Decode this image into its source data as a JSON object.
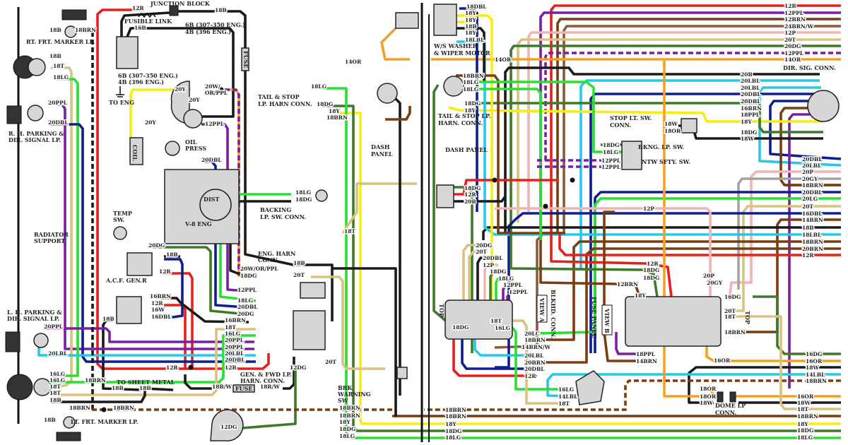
{
  "wire_colors": {
    "R": "#e8201c",
    "PPL": "#7b1fa2",
    "BRN": "#7a3d12",
    "BRNW": "#8a5a3a",
    "P": "#f2b3b3",
    "T": "#d9c27e",
    "DG": "#3f7a2a",
    "OR": "#f4a020",
    "B": "#1a1a1a",
    "LG": "#27e033",
    "DBL": "#0d1f8f",
    "LBL": "#24c8ea",
    "Y": "#f5ec16",
    "GY": "#a3a3a3",
    "W": "#1a1a1a"
  },
  "captions": [
    "JUNCTION BLOCK",
    "FUSIBLE LINK",
    "6B (307-350 ENG.)",
    "4B (396 ENG.)",
    "6B (307-350 ENG.)",
    "4B (396 ENG.)",
    "TO ENG",
    "RT. FRT. MARKER LP.",
    "R. H. PARKING &",
    "DIR. SIGNAL LP.",
    "OIL",
    "PRESS",
    "TEMP",
    "SW.",
    "RADIATOR",
    "SUPPORT",
    "L. H. PARKING &",
    "DIR. SIGNAL LP.",
    "TO SHEET METAL",
    "LT. FRT. MARKER LP.",
    "GEN. & FWD LP.",
    "HARN. CONN.",
    "ENG. HARN",
    "CONN.",
    "BACKING",
    "LP. SW. CONN.",
    "TAIL & STOP",
    "LP. HARN CONN.",
    "DASH",
    "PANEL",
    "BRK",
    "WARNING",
    "SW",
    "W/S WASHER",
    "& WIPER MOTOR",
    "TAIL & STOP LP.",
    "HARN. CONN.",
    "DASH PANEL",
    "DIR. SIG. CONN.",
    "STOP LT. SW.",
    "CONN.",
    "BKNG. LP. SW.",
    "NTW SFTY. SW.",
    "DOME LP",
    "CONN.",
    "COIL",
    "DIST",
    "V-8 ENG",
    "A.C.F. GEN.R",
    "FUSE",
    "FUSE"
  ],
  "rotated_captions": [
    "VIEW A",
    "BLKHD. CONN.",
    "FUSE PANEL",
    "VIEW B",
    "TOP",
    "TOP"
  ],
  "left_labels": [
    "12R",
    "18B",
    "16B",
    "18B",
    "18BRN",
    "18B",
    "18T",
    "18LG",
    "20PPL",
    "20DBL",
    "20Y",
    "20W/",
    "OR/PPL",
    "20Y",
    "20Y",
    "12PPL",
    "20DBL",
    "18LG",
    "18DG",
    "20DG",
    "18B",
    "12R",
    "16BRN",
    "12R",
    "16W",
    "16DBL",
    "18B",
    "20PPL",
    "20LBL",
    "16LG",
    "16LG",
    "18T",
    "18T",
    "18B",
    "18BRN",
    "18B",
    "18B",
    "18BRN",
    "18BRN",
    "18B",
    "12R",
    "12R",
    "20W/OR/PPL",
    "18DG",
    "12PPL",
    "18LG",
    "20DBL",
    "20DG",
    "16BRN",
    "18T",
    "16LG",
    "20PPL",
    "20PPL",
    "20LBL",
    "20DBL",
    "18B",
    "20T",
    "12DG",
    "18B/W",
    "18R/W",
    "20T",
    "18T",
    "12DG",
    "14OR",
    "18LG",
    "18DG",
    "18Y",
    "18BRN",
    "18BRN",
    "18BRN",
    "18Y",
    "18DG",
    "18LG"
  ],
  "right_labels": [
    "12R",
    "12PPL",
    "12BRN",
    "24BRN/W",
    "12P",
    "20T",
    "20DG",
    "12PPL",
    "14OR",
    "20B",
    "20LBL",
    "20LBL",
    "20DBL",
    "20DBL",
    "16BRN",
    "18PPL",
    "18Y",
    "18DG",
    "18W",
    "20DBL",
    "20LBL",
    "20P",
    "20GY",
    "18BRN",
    "20DBL",
    "20LG",
    "20T",
    "16DBL",
    "14BRN",
    "18B",
    "18LBL",
    "18BRN",
    "20BRN",
    "12R",
    "16DG",
    "16OR",
    "18W",
    "14LBL",
    "18BRN",
    "16OR",
    "18W",
    "18T",
    "18BRN",
    "18Y",
    "18DG",
    "18LG",
    "18DBL",
    "18Y",
    "18Y",
    "18B",
    "18Y",
    "18LBL",
    "14OR",
    "18BRN",
    "18LG",
    "18LG",
    "18DG",
    "18Y",
    "18DG",
    "12R",
    "20B",
    "18W",
    "18OR",
    "18DG",
    "18LG",
    "12PPL",
    "12PPL",
    "12P",
    "20DG",
    "20T",
    "20DBL",
    "12P",
    "18DG",
    "18LG",
    "12PPL",
    "12PPL",
    "20LC",
    "18BRN",
    "14BRN/W",
    "20LBL",
    "20BRN",
    "20DBL",
    "12R",
    "16LG",
    "14LBL",
    "18T",
    "18T",
    "16LG",
    "18DG",
    "12R",
    "18DG",
    "18DG",
    "12BRN",
    "18Y",
    "20P",
    "20GY",
    "16DG",
    "20T",
    "18T",
    "18BRN",
    "18PPL",
    "14BRN",
    "16OR",
    "18OR",
    "18OR",
    "18W",
    "18BRN",
    "18BRN",
    "18Y",
    "18DG",
    "18LG"
  ]
}
